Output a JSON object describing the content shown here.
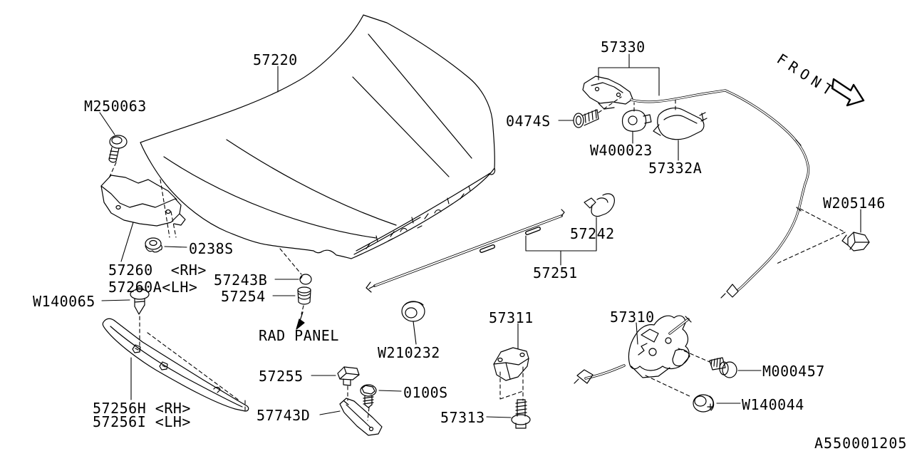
{
  "diagram": {
    "title_code": "A550001205",
    "direction_label": "FRONT",
    "annotation_rad_panel": "RAD PANEL"
  },
  "labels": {
    "p57220": "57220",
    "m250063": "M250063",
    "n0238s": "0238S",
    "p57260rh": "57260  <RH>",
    "p57260lh": "57260A<LH>",
    "w140065": "W140065",
    "p57256rh": "57256H <RH>",
    "p57256lh": "57256I <LH>",
    "p57243b": "57243B",
    "p57254": "57254",
    "w210232": "W210232",
    "p57255": "57255",
    "s0100s": "0100S",
    "p57743d": "57743D",
    "p57313": "57313",
    "p57311": "57311",
    "p57251": "57251",
    "p57242": "57242",
    "p57310": "57310",
    "m000457": "M000457",
    "w140044": "W140044",
    "p57330": "57330",
    "s0474s": "0474S",
    "w400023": "W400023",
    "p57332a": "57332A",
    "w205146": "W205146"
  }
}
